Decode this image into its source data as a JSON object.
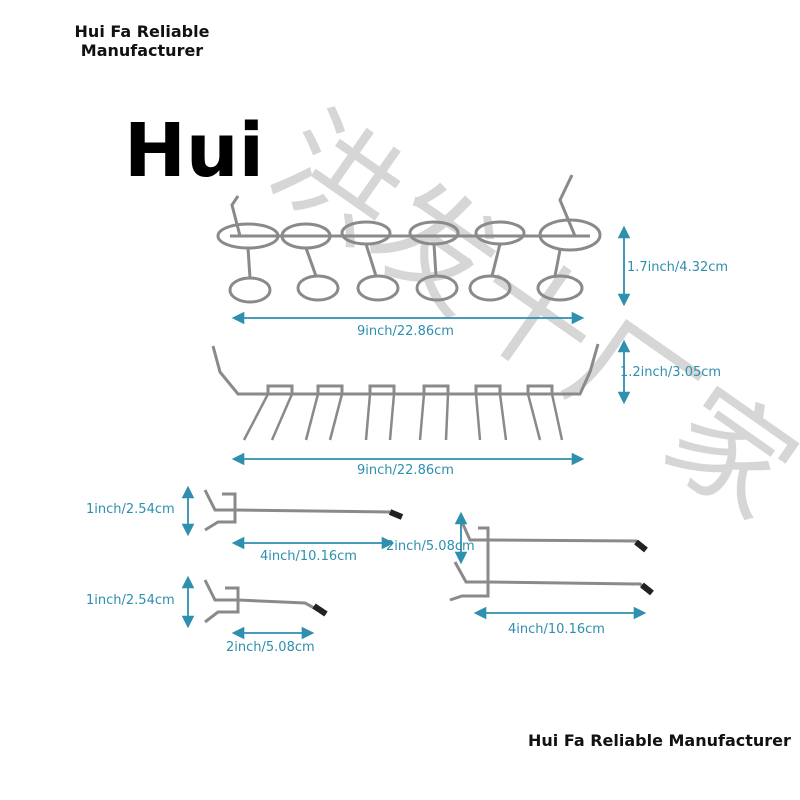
{
  "brand": {
    "top": "Hui Fa Reliable Manufacturer",
    "big": "Hui",
    "bottom": "Hui Fa Reliable Manufacturer",
    "watermark": "洪发十厂家"
  },
  "colors": {
    "dimension": "#2e8fae",
    "wire": "#8a8a8a"
  },
  "dimensions": {
    "rack1_height": "1.7inch/4.32cm",
    "rack1_width": "9inch/22.86cm",
    "rack2_height": "1.2inch/3.05cm",
    "rack2_width": "9inch/22.86cm",
    "hook1_height": "1inch/2.54cm",
    "hook1_length": "4inch/10.16cm",
    "hook2_height": "1inch/2.54cm",
    "hook2_length": "2inch/5.08cm",
    "double_height": "2inch/5.08cm",
    "double_length": "4inch/10.16cm"
  }
}
